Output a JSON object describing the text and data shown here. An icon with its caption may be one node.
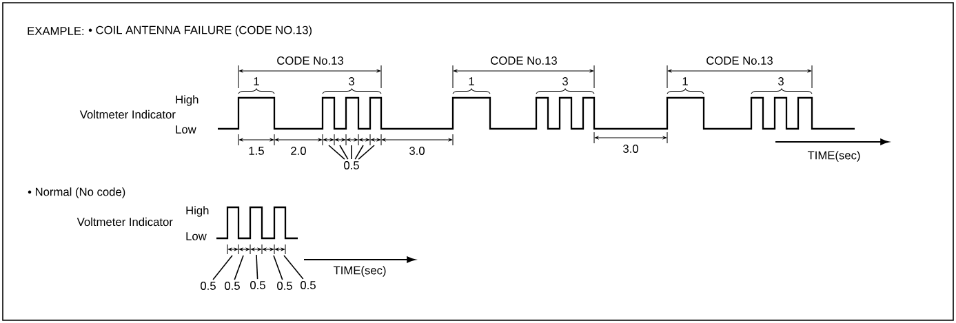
{
  "diagram": {
    "nodes": [
      {
        "text": [
          "0.5"
        ]
      },
      {
        "text": [
          "0.5"
        ]
      },
      {
        "text": [
          "0.5"
        ]
      },
      {
        "text": [
          "0.5"
        ]
      },
      {
        "text": [
          "0.5"
        ]
      },
      {
        "text": [
          "0.5"
        ]
      }
    ],
    "edges": [
      {
        "from": 0,
        "to": null,
        "arrow": "none"
      },
      {
        "from": 0,
        "to": null,
        "arrow": "none"
      },
      {
        "from": 0,
        "to": null,
        "arrow": "none"
      },
      {
        "from": 0,
        "to": null,
        "arrow": "none"
      },
      {
        "from": 0,
        "to": null,
        "arrow": "none"
      },
      {
        "from": 1,
        "to": null,
        "arrow": "none"
      },
      {
        "from": 2,
        "to": null,
        "arrow": "none"
      },
      {
        "from": 3,
        "to": null,
        "arrow": "none"
      },
      {
        "from": 4,
        "to": null,
        "arrow": "none"
      },
      {
        "from": 5,
        "to": null,
        "arrow": "none"
      }
    ],
    "labels": [
      "EXAMPLE:",
      "• COIL ANTENNA FAILURE (CODE NO.13)",
      "CODE No.13",
      "CODE No.13",
      "CODE No.13",
      "1",
      "3",
      "1",
      "3",
      "1",
      "3",
      "High",
      "Voltmeter Indicator",
      "Low",
      "1.5",
      "2.0",
      "3.0",
      "3.0",
      "TIME(sec)",
      "• Normal (No code)",
      "High",
      "Voltmeter Indicator",
      "Low",
      "TIME(sec)"
    ]
  }
}
